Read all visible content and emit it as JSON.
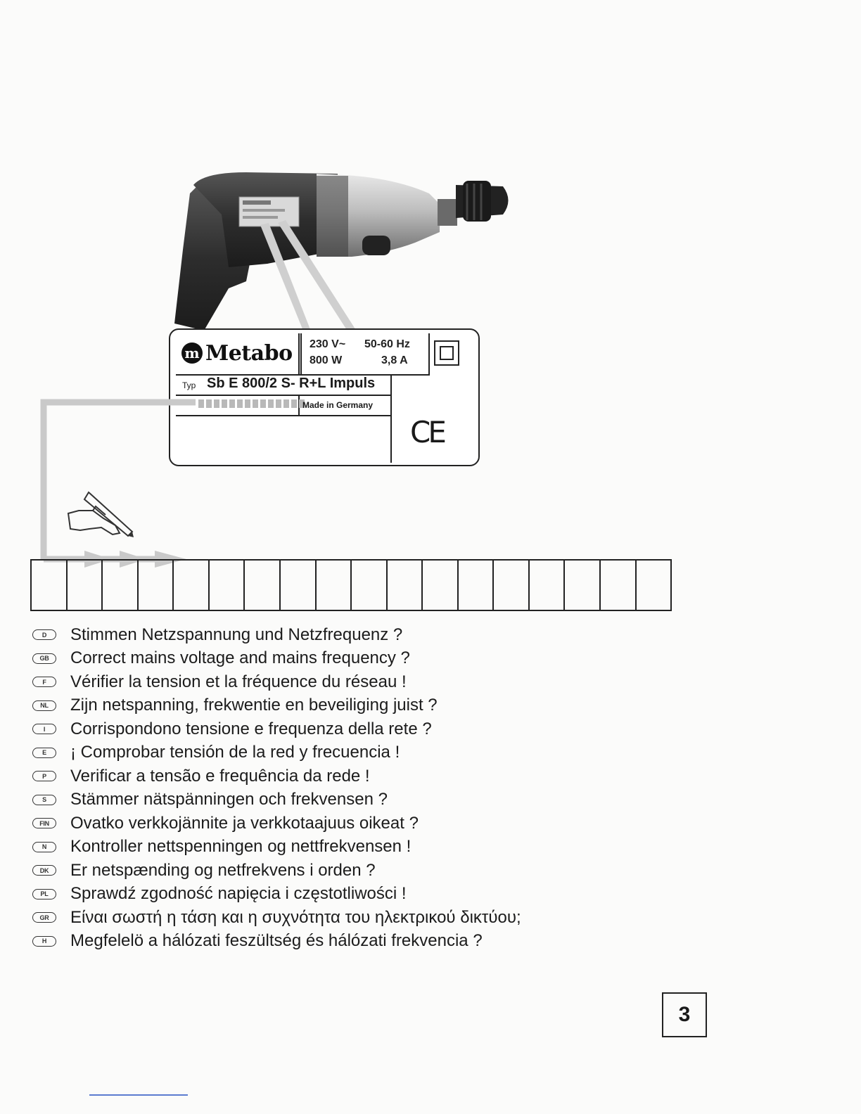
{
  "plate": {
    "logo": "Metabo",
    "logo_mark": "m",
    "voltage": "230 V~",
    "frequency": "50-60 Hz",
    "power": "800 W",
    "current": "3,8 A",
    "type_prefix": "Typ",
    "type_value": "Sb E 800/2 S- R+L Impuls",
    "made_in": "Made in Germany",
    "ce": "CE"
  },
  "grid": {
    "cells": 18
  },
  "languages": [
    {
      "code": "D",
      "text": "Stimmen Netzspannung und Netzfrequenz ?"
    },
    {
      "code": "GB",
      "text": "Correct mains voltage and mains frequency ?"
    },
    {
      "code": "F",
      "text": "Vérifier la tension et la fréquence du réseau !"
    },
    {
      "code": "NL",
      "text": "Zijn netspanning, frekwentie en beveiliging juist ?"
    },
    {
      "code": "I",
      "text": "Corrispondono tensione e frequenza della rete ?"
    },
    {
      "code": "E",
      "text": "¡ Comprobar tensión de la red y frecuencia !"
    },
    {
      "code": "P",
      "text": "Verificar a tensão e frequência da rede !"
    },
    {
      "code": "S",
      "text": "Stämmer nätspänningen och frekvensen ?"
    },
    {
      "code": "FIN",
      "text": "Ovatko verkkojännite ja verkkotaajuus oikeat ?"
    },
    {
      "code": "N",
      "text": "Kontroller nettspenningen og nettfrekvensen !"
    },
    {
      "code": "DK",
      "text": "Er netspænding og netfrekvens i orden ?"
    },
    {
      "code": "PL",
      "text": "Sprawdź zgodność napięcia i częstotliwości !"
    },
    {
      "code": "GR",
      "text": "Είναι σωστή η τάση και η συχνότητα του ηλεκτρικού δικτύου;"
    },
    {
      "code": "H",
      "text": "Megfelelö a hálózati feszültség és hálózati frekvencia ?"
    }
  ],
  "page_number": "3"
}
